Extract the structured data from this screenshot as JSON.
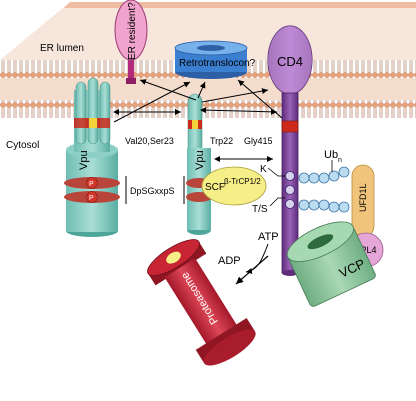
{
  "labels": {
    "er_lumen": "ER lumen",
    "cytosol": "Cytosol",
    "er_resident": "ER resident?",
    "retrotranslocon": "Retrotranslocon?",
    "cd4": "CD4",
    "vpu_left": "Vpu",
    "vpu_center": "Vpu",
    "val_ser": "Val20,Ser23",
    "trp22": "Trp22",
    "gly415": "Gly415",
    "dpsg": "DpSGxxpS",
    "scf": "SCF",
    "btrcp": "β-TrCP1/2",
    "k": "K",
    "ts": "T/S",
    "ub": "Ub",
    "ub_sub": "n",
    "ufd1l": "UFD1L",
    "npl4": "NPL4",
    "vcp": "VCP",
    "atp": "ATP",
    "adp": "ADP",
    "proteasome": "Proteasome",
    "phospho": "P"
  },
  "colors": {
    "membrane_head": "#e8a27a",
    "membrane_tail": "#c98a65",
    "vpu_teal": "#8ccfc6",
    "vpu_dark": "#4ea59a",
    "band_red": "#cc2a1c",
    "band_yellow": "#f4d23a",
    "cd4_purple": "#7a3f99",
    "er_resident_pink": "#e58fc1",
    "retro_blue": "#3a7fd0",
    "scf_yellow": "#f6ee86",
    "ub_blue": "#bcdcf2",
    "ufd_orange": "#f1c47c",
    "npl4_pink": "#e3a6d6",
    "vcp_green": "#8ec59e",
    "proteasome_red": "#c72434"
  }
}
